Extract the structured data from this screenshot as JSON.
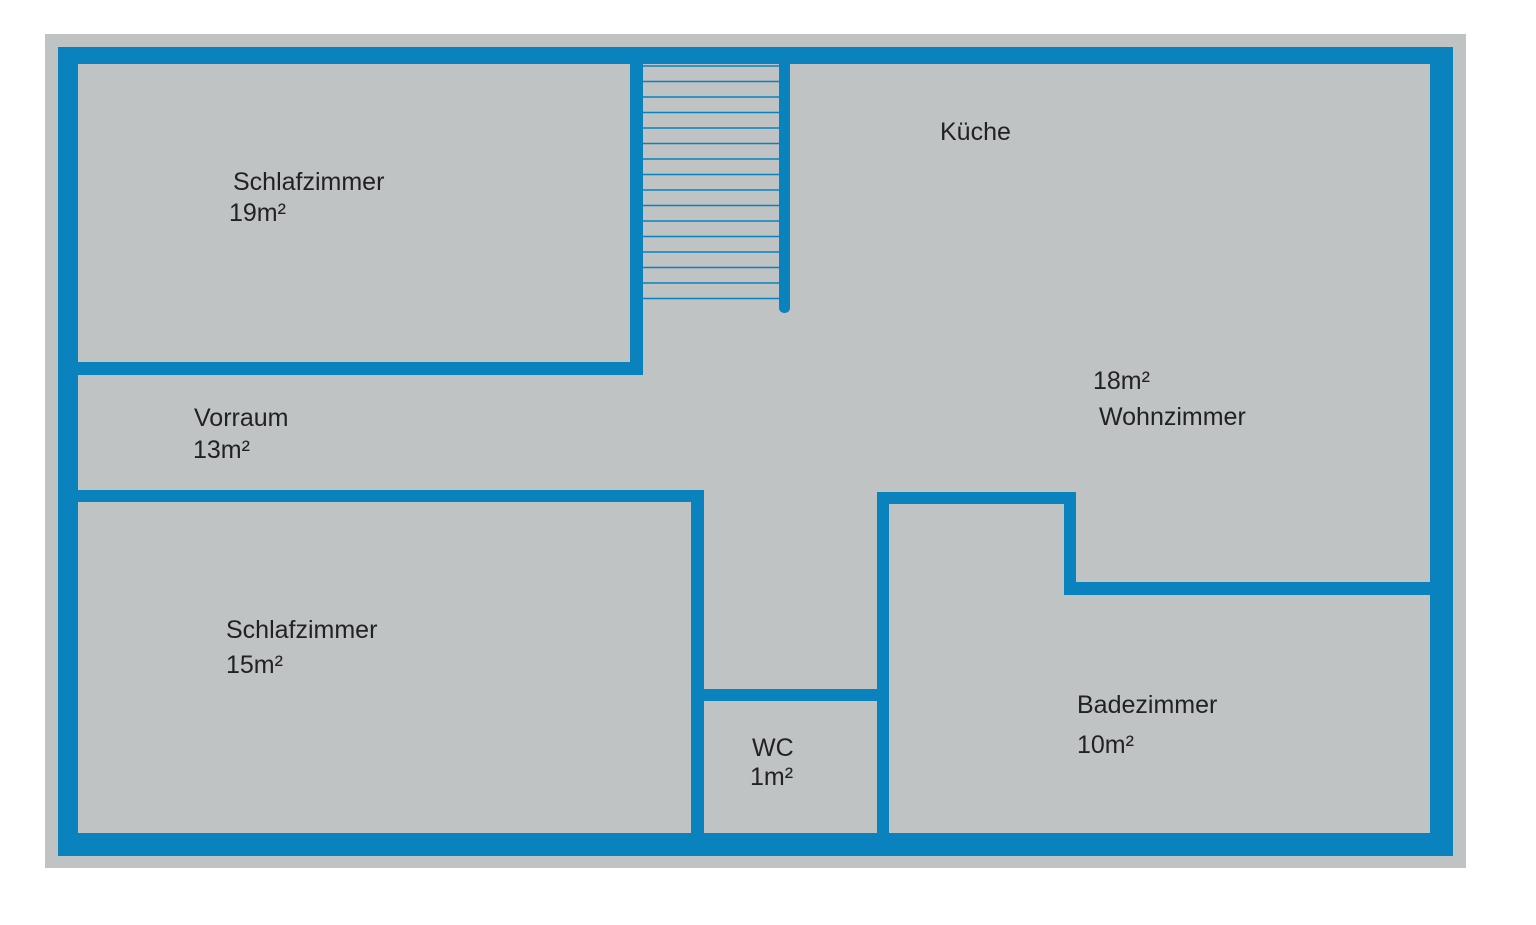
{
  "floor_plan": {
    "rooms": [
      {
        "id": "schlafzimmer-1",
        "name": "Schlafzimmer",
        "area": "19m²"
      },
      {
        "id": "vorraum",
        "name": "Vorraum",
        "area": "13m²"
      },
      {
        "id": "schlafzimmer-2",
        "name": "Schlafzimmer",
        "area": "15m²"
      },
      {
        "id": "wc",
        "name": "WC",
        "area": "1m²"
      },
      {
        "id": "kueche",
        "name": "Küche"
      },
      {
        "id": "wohnzimmer",
        "name": "Wohnzimmer",
        "area": "18m²"
      },
      {
        "id": "badezimmer",
        "name": "Badezimmer",
        "area": "10m²"
      }
    ],
    "colors": {
      "wall": "#0a82bd",
      "frame": "#bfc3c4",
      "background": "#ffffff",
      "text": "#222222"
    }
  }
}
